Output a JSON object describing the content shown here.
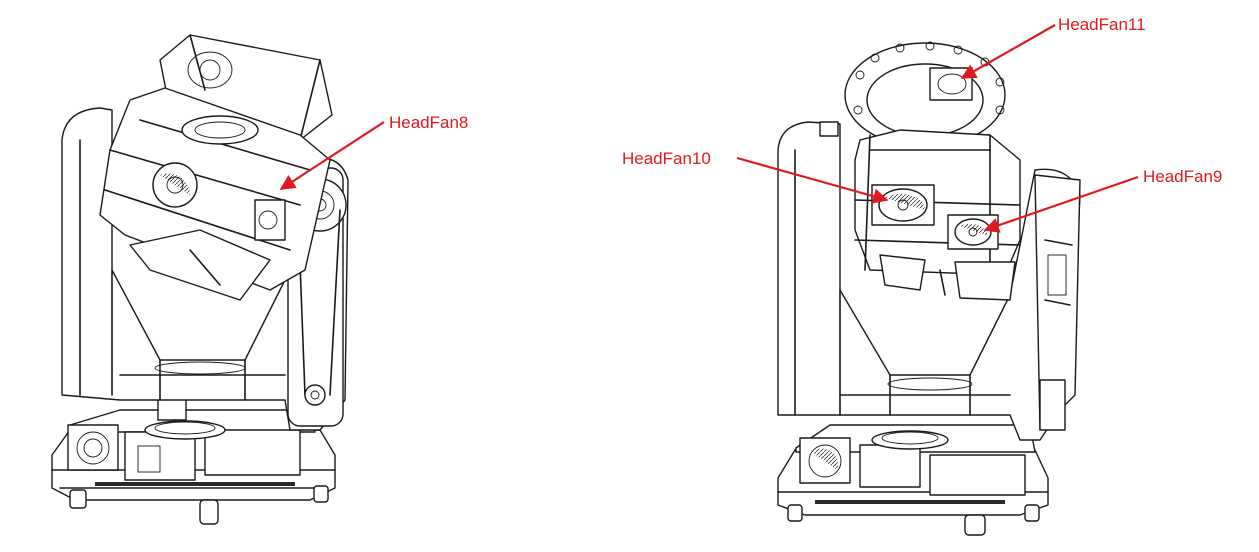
{
  "colors": {
    "callout": "#e0191f",
    "line": "#1a1a1a",
    "background": "#ffffff"
  },
  "callouts": {
    "fan8": {
      "label": "HeadFan8"
    },
    "fan9": {
      "label": "HeadFan9"
    },
    "fan10": {
      "label": "HeadFan10"
    },
    "fan11": {
      "label": "HeadFan11"
    }
  }
}
